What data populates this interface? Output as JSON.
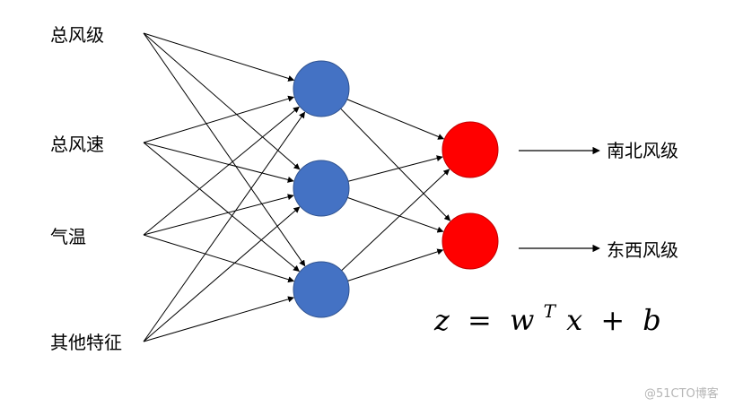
{
  "inputs": [
    "总风级",
    "总风速",
    "气温",
    "其他特征"
  ],
  "outputs": [
    "南北风级",
    "东西风级"
  ],
  "formula": {
    "z": "z",
    "eq": "=",
    "w": "w",
    "sup": "T",
    "x": "x",
    "plus": "+",
    "b": "b"
  },
  "watermark": "@51CTO博客",
  "colors": {
    "hidden": "#4472c4",
    "hidden_stroke": "#2f528f",
    "output": "#ff0000",
    "output_stroke": "#c00000",
    "line": "#000000"
  }
}
